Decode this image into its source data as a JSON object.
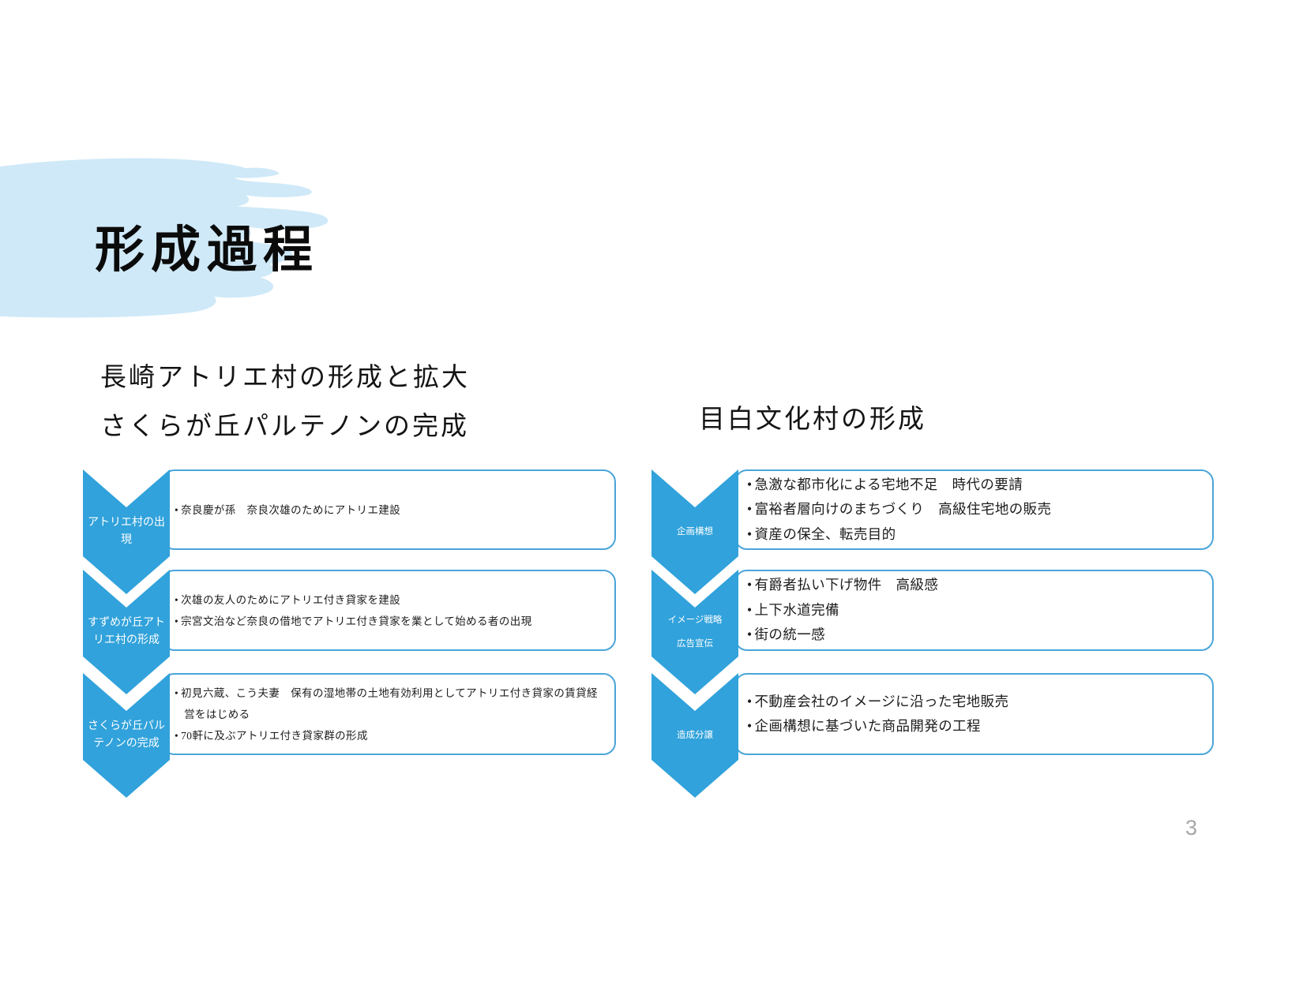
{
  "slide": {
    "title": "形成過程",
    "page_number": "3"
  },
  "left_section": {
    "heading_lines": [
      "長崎アトリエ村の形成と拡大",
      "さくらが丘パルテノンの完成"
    ],
    "steps": [
      {
        "label": "アトリエ村の出現",
        "bullets": [
          "奈良慶が孫　奈良次雄のためにアトリエ建設"
        ]
      },
      {
        "label": "すずめが丘アトリエ村の形成",
        "bullets": [
          "次雄の友人のためにアトリエ付き貸家を建設",
          "宗宮文治など奈良の借地でアトリエ付き貸家を業として始める者の出現"
        ]
      },
      {
        "label": "さくらが丘パルテノンの完成",
        "bullets": [
          "初見六蔵、こう夫妻　保有の湿地帯の土地有効利用としてアトリエ付き貸家の賃貸経営をはじめる",
          "70軒に及ぶアトリエ付き貸家群の形成"
        ]
      }
    ]
  },
  "right_section": {
    "heading": "目白文化村の形成",
    "steps": [
      {
        "label": "企画構想",
        "bullets": [
          "急激な都市化による宅地不足　時代の要請",
          "富裕者層向けのまちづくり　高級住宅地の販売",
          "資産の保全、転売目的"
        ]
      },
      {
        "label": "イメージ戦略\n広告宣伝",
        "bullets": [
          "有爵者払い下げ物件　高級感",
          "上下水道完備",
          "街の統一感"
        ]
      },
      {
        "label": "造成分譲",
        "bullets": [
          "不動産会社のイメージに沿った宅地販売",
          "企画構想に基づいた商品開発の工程"
        ]
      }
    ]
  },
  "colors": {
    "accent_blue": "#31a2db",
    "box_border_blue": "#4aa5d9",
    "brush_light_blue": "#cfe9f8",
    "page_number_gray": "#a6a6a6",
    "text_ink": "#1c1c1c"
  }
}
